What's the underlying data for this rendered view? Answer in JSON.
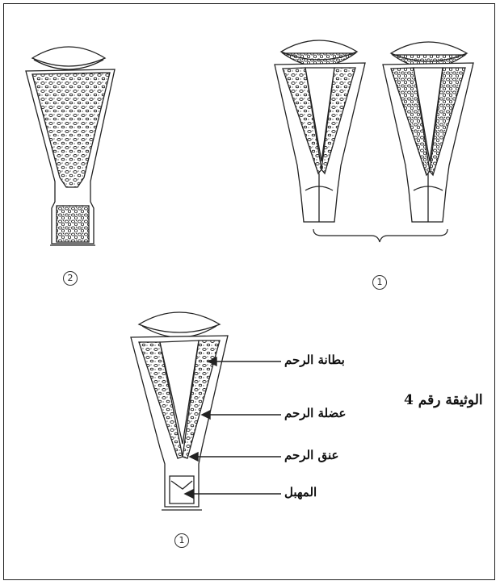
{
  "document": {
    "title": "الوثيقة رقم 4"
  },
  "figures": [
    {
      "id": "fig-top-left",
      "number": "2"
    },
    {
      "id": "fig-top-right",
      "number": "1"
    },
    {
      "id": "fig-bottom",
      "number": "1"
    }
  ],
  "labels": {
    "endometrium": "بطانة الرحم",
    "myometrium": "عضلة الرحم",
    "cervix": "عنق الرحم",
    "vagina": "المهبل"
  },
  "colors": {
    "stroke": "#222222",
    "background": "#ffffff"
  }
}
